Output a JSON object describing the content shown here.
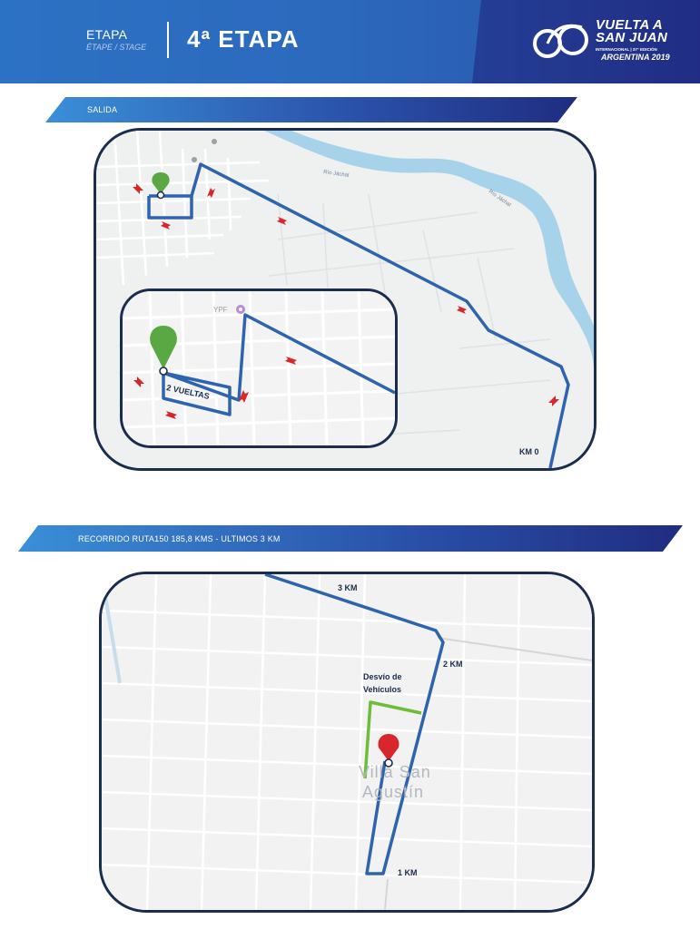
{
  "header": {
    "etapa_label": "ETAPA",
    "etapa_sub": "ÉTAPE / STAGE",
    "stage_title": "4ª ETAPA",
    "logo": {
      "line1": "VUELTA A",
      "line2": "SAN JUAN",
      "line3": "INTERNACIONAL | 37° EDICIÓN",
      "line4": "ARGENTINA 2019"
    }
  },
  "section_start": {
    "band_label": "SALIDA",
    "inset_label": "2 VUELTAS",
    "km_label": "KM 0",
    "ypf_label": "YPF",
    "river_label_1": "Río Jáchal",
    "river_label_2": "Río Jáchal"
  },
  "section_finish": {
    "band_label": "RECORRIDO RUTA150 185,8 KMS - ULTIMOS 3 KM",
    "km3": "3 KM",
    "km2": "2 KM",
    "km1": "1 KM",
    "detour_line1": "Desvío de",
    "detour_line2": "Vehículos",
    "town_line1": "Villa San",
    "town_line2": "Agustín"
  },
  "colors": {
    "route": "#2d64ad",
    "frame": "#1a2d4d",
    "start_marker": "#5aa843",
    "finish_marker": "#d8262d",
    "detour": "#6dbd3a",
    "arrow": "#d8262d",
    "river": "#a6d2ea"
  }
}
